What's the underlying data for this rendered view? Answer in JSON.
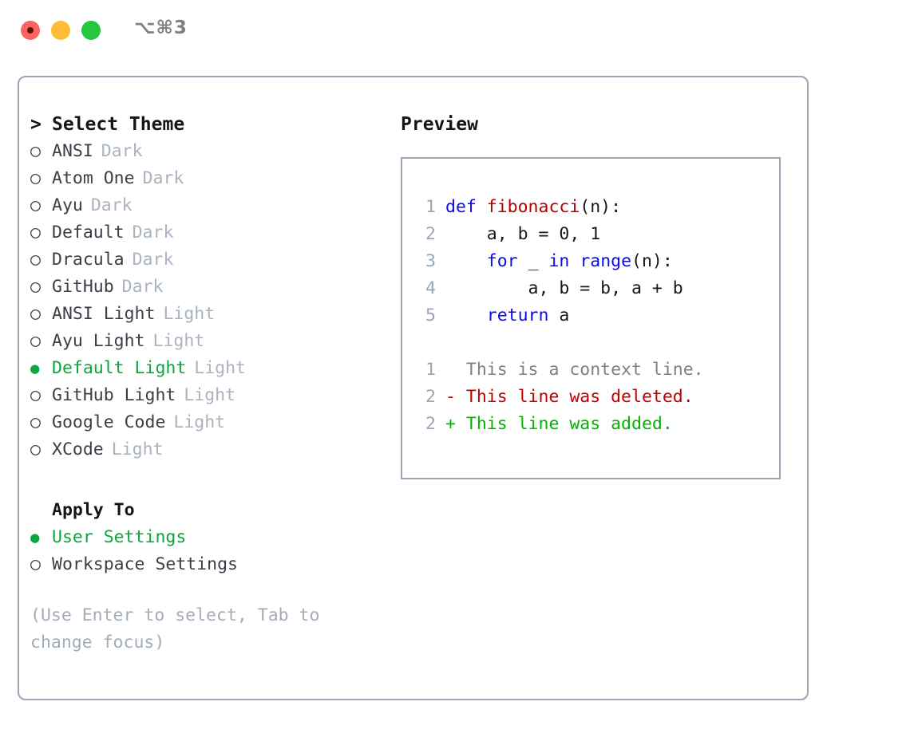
{
  "window": {
    "shortcut": "⌥⌘3",
    "traffic_lights": [
      {
        "name": "close",
        "color": "#fb6560"
      },
      {
        "name": "minimize",
        "color": "#fdbe35"
      },
      {
        "name": "maximize",
        "color": "#25c73f"
      }
    ]
  },
  "theme_panel": {
    "header": "Select Theme",
    "header_marker": ">",
    "marker_unselected": "○",
    "marker_selected": "●",
    "items": [
      {
        "name": "ANSI",
        "kind": "Dark",
        "selected": false
      },
      {
        "name": "Atom One",
        "kind": "Dark",
        "selected": false
      },
      {
        "name": "Ayu",
        "kind": "Dark",
        "selected": false
      },
      {
        "name": "Default",
        "kind": "Dark",
        "selected": false
      },
      {
        "name": "Dracula",
        "kind": "Dark",
        "selected": false
      },
      {
        "name": "GitHub",
        "kind": "Dark",
        "selected": false
      },
      {
        "name": "ANSI Light",
        "kind": "Light",
        "selected": false
      },
      {
        "name": "Ayu Light",
        "kind": "Light",
        "selected": false
      },
      {
        "name": "Default Light",
        "kind": "Light",
        "selected": true
      },
      {
        "name": "GitHub Light",
        "kind": "Light",
        "selected": false
      },
      {
        "name": "Google Code",
        "kind": "Light",
        "selected": false
      },
      {
        "name": "XCode",
        "kind": "Light",
        "selected": false
      }
    ]
  },
  "apply_to": {
    "heading": "Apply To",
    "options": [
      {
        "label": "User Settings",
        "selected": true
      },
      {
        "label": "Workspace Settings",
        "selected": false
      }
    ]
  },
  "hint": "(Use Enter to select, Tab to change focus)",
  "preview": {
    "heading": "Preview",
    "code_lines": [
      {
        "num": "1",
        "tokens": [
          {
            "t": "def ",
            "c": "kw"
          },
          {
            "t": "fibonacci",
            "c": "fn"
          },
          {
            "t": "(n):",
            "c": "plain"
          }
        ]
      },
      {
        "num": "2",
        "tokens": [
          {
            "t": "    a, b = 0, 1",
            "c": "plain"
          }
        ]
      },
      {
        "num": "3",
        "tokens": [
          {
            "t": "    ",
            "c": "plain"
          },
          {
            "t": "for",
            "c": "kw"
          },
          {
            "t": " _ ",
            "c": "plain"
          },
          {
            "t": "in",
            "c": "kw"
          },
          {
            "t": " ",
            "c": "plain"
          },
          {
            "t": "range",
            "c": "kw"
          },
          {
            "t": "(n):",
            "c": "plain"
          }
        ]
      },
      {
        "num": "4",
        "tokens": [
          {
            "t": "        a, b = b, a + b",
            "c": "plain"
          }
        ]
      },
      {
        "num": "5",
        "tokens": [
          {
            "t": "    ",
            "c": "plain"
          },
          {
            "t": "return",
            "c": "kw"
          },
          {
            "t": " a",
            "c": "plain"
          }
        ]
      }
    ],
    "diff_lines": [
      {
        "num": "1",
        "sign": " ",
        "text": " This is a context line.",
        "c": "ctx"
      },
      {
        "num": "2",
        "sign": "-",
        "text": " This line was deleted.",
        "c": "del"
      },
      {
        "num": "2",
        "sign": "+",
        "text": " This line was added.",
        "c": "add"
      }
    ]
  },
  "colors": {
    "accent_green": "#0aa83c",
    "border": "#9aa6b6",
    "muted": "#aab3c1",
    "keyword_blue": "#0a0af0",
    "function_red": "#b30000",
    "diff_add": "#00b400",
    "diff_del": "#c00000"
  }
}
